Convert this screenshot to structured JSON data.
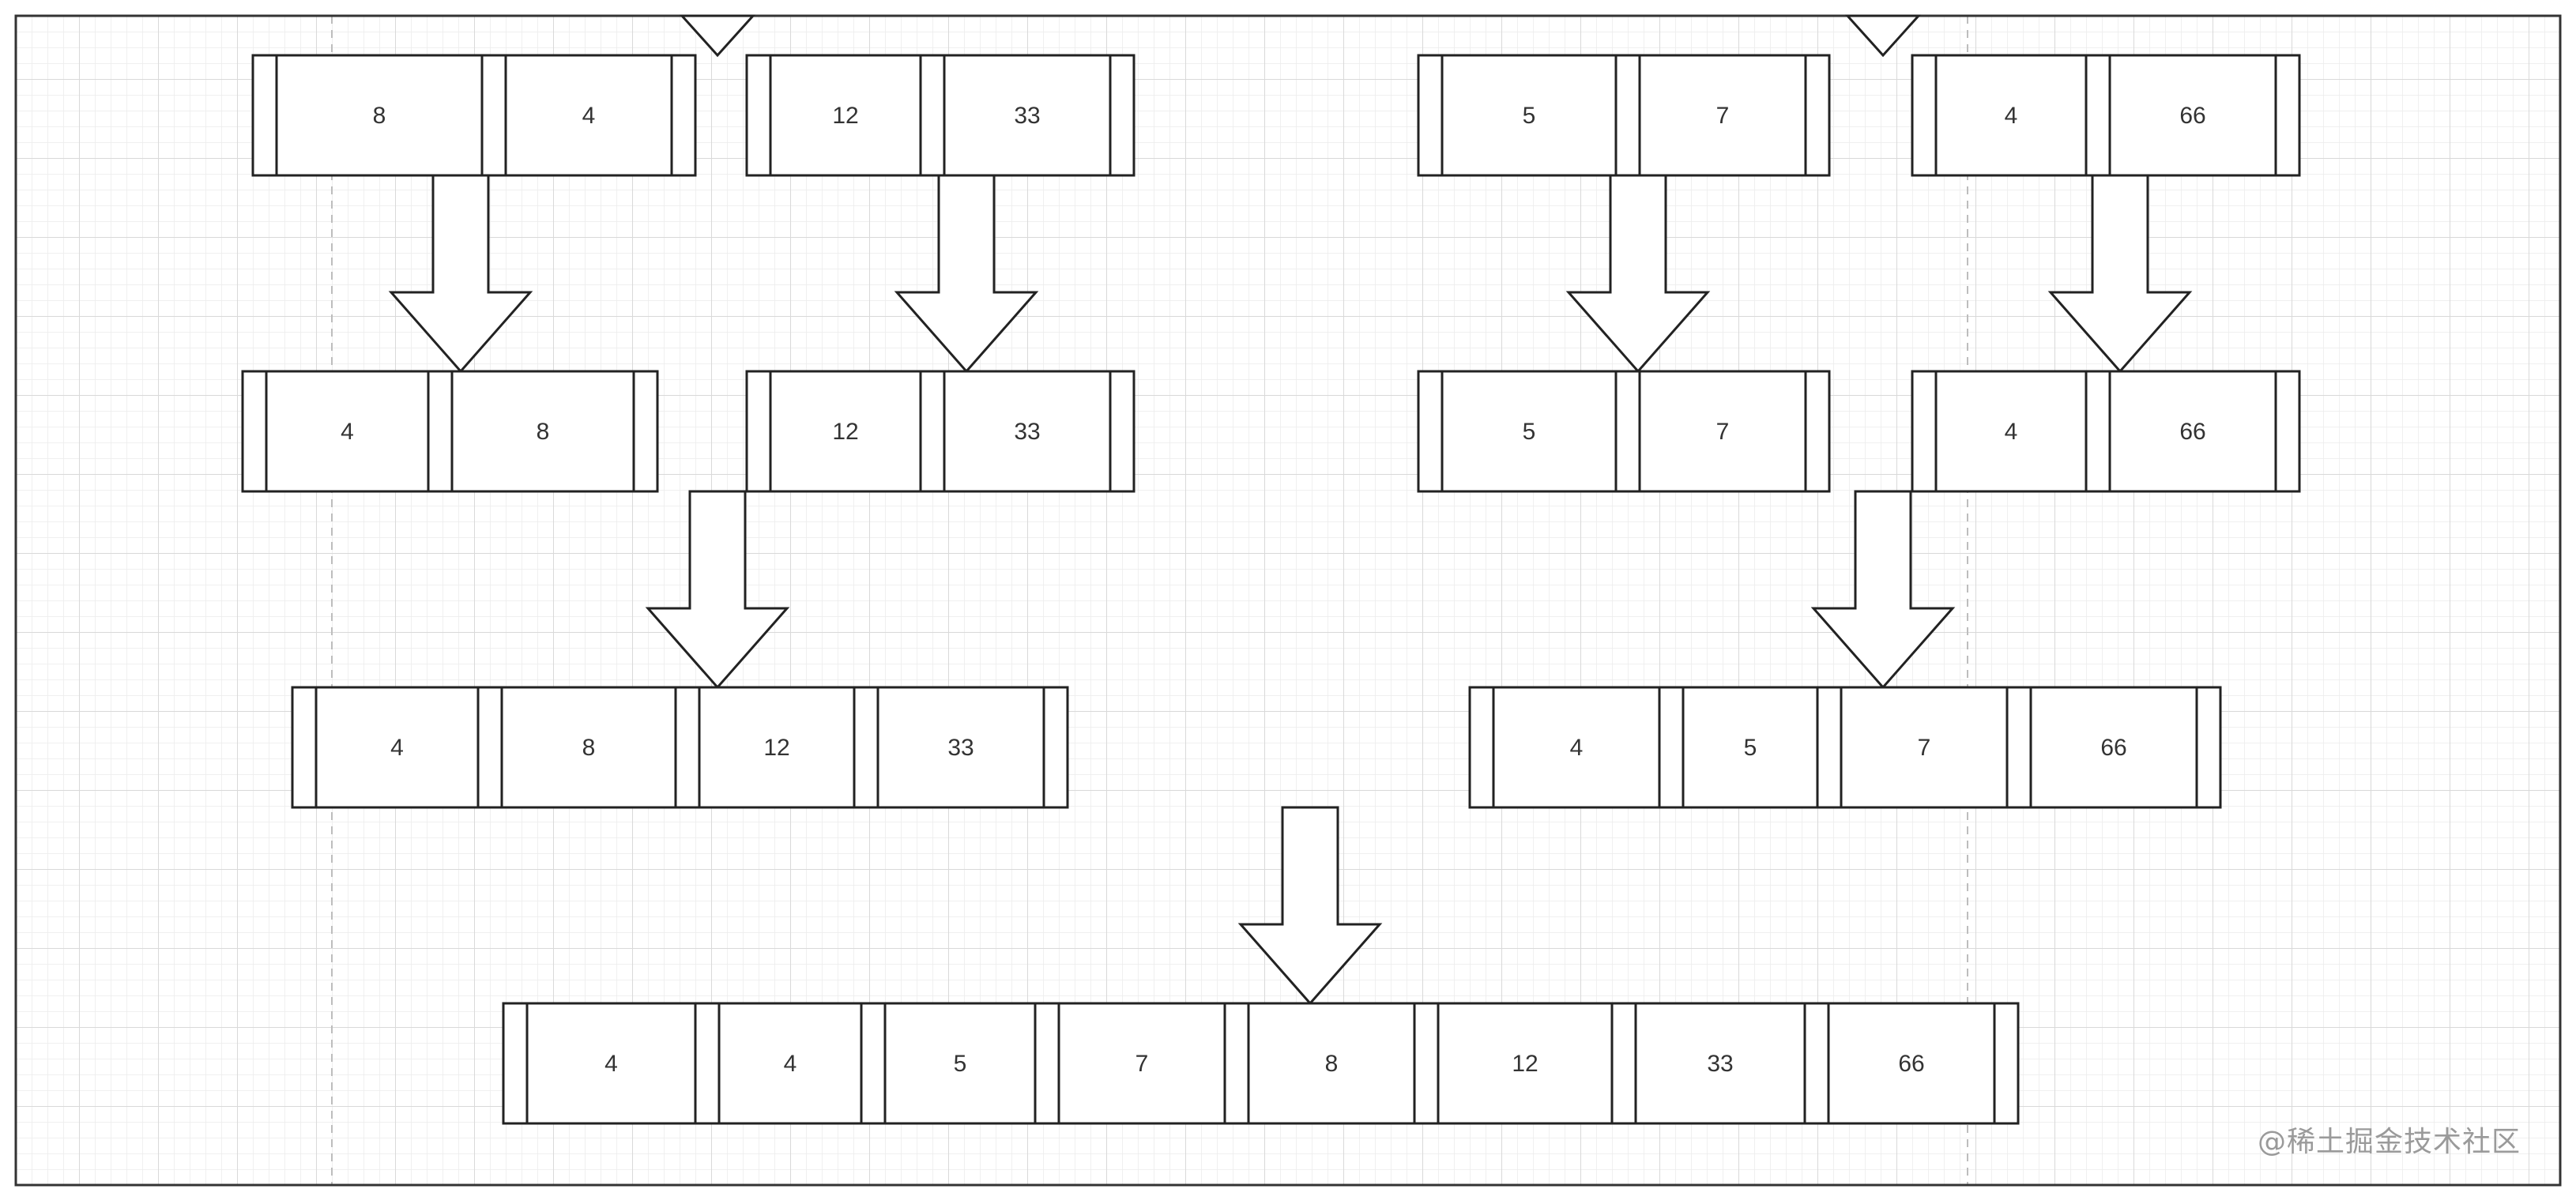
{
  "colors": {
    "stroke": "#222222",
    "grid_minor": "#ececec",
    "grid_major": "#d9d9d9",
    "frame": "#333333"
  },
  "rows": [
    [
      [
        "8",
        "4"
      ],
      [
        "12",
        "33"
      ],
      [
        "5",
        "7"
      ],
      [
        "4",
        "66"
      ]
    ],
    [
      [
        "4",
        "8"
      ],
      [
        "12",
        "33"
      ],
      [
        "5",
        "7"
      ],
      [
        "4",
        "66"
      ]
    ],
    [
      [
        "4",
        "8",
        "12",
        "33"
      ],
      [
        "4",
        "5",
        "7",
        "66"
      ]
    ],
    [
      [
        "4",
        "4",
        "5",
        "7",
        "8",
        "12",
        "33",
        "66"
      ]
    ]
  ],
  "watermark": "@稀土掘金技术社区"
}
